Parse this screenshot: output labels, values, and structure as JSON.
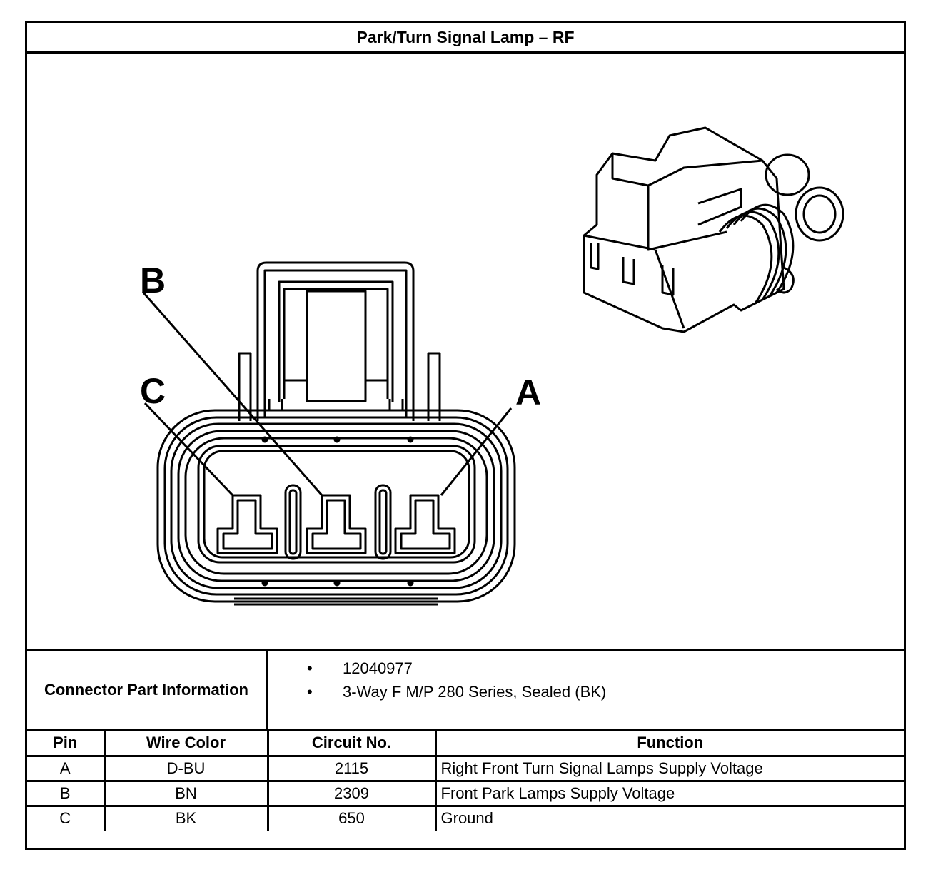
{
  "title": "Park/Turn Signal Lamp – RF",
  "diagram": {
    "pin_labels": {
      "a": "A",
      "b": "B",
      "c": "C"
    }
  },
  "connector_info": {
    "label": "Connector Part Information",
    "items": [
      "12040977",
      "3-Way F M/P 280 Series, Sealed (BK)"
    ]
  },
  "table": {
    "headers": [
      "Pin",
      "Wire Color",
      "Circuit No.",
      "Function"
    ],
    "rows": [
      [
        "A",
        "D-BU",
        "2115",
        "Right Front Turn Signal Lamps Supply Voltage"
      ],
      [
        "B",
        "BN",
        "2309",
        "Front Park Lamps Supply Voltage"
      ],
      [
        "C",
        "BK",
        "650",
        "Ground"
      ]
    ]
  }
}
